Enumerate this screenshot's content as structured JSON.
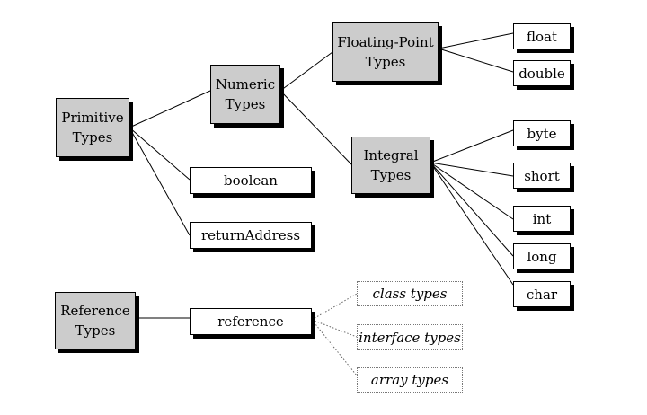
{
  "nodes": {
    "primitive": [
      "Primitive",
      "Types"
    ],
    "numeric": [
      "Numeric",
      "Types"
    ],
    "floating": [
      "Floating-Point",
      "Types"
    ],
    "integral": [
      "Integral",
      "Types"
    ],
    "reference_types": [
      "Reference",
      "Types"
    ],
    "float": "float",
    "double": "double",
    "byte": "byte",
    "short": "short",
    "int": "int",
    "long": "long",
    "char": "char",
    "boolean": "boolean",
    "returnAddress": "returnAddress",
    "reference": "reference",
    "class_types": "class types",
    "interface_types": "interface types",
    "array_types": "array types"
  },
  "colors": {
    "category_fill": "#cccccc",
    "leaf_fill": "#ffffff",
    "shadow": "#000000",
    "dotted_border": "#777777"
  },
  "edges": [
    [
      "primitive",
      "numeric"
    ],
    [
      "primitive",
      "boolean"
    ],
    [
      "primitive",
      "returnAddress"
    ],
    [
      "numeric",
      "floating"
    ],
    [
      "numeric",
      "integral"
    ],
    [
      "floating",
      "float"
    ],
    [
      "floating",
      "double"
    ],
    [
      "integral",
      "byte"
    ],
    [
      "integral",
      "short"
    ],
    [
      "integral",
      "int"
    ],
    [
      "integral",
      "long"
    ],
    [
      "integral",
      "char"
    ],
    [
      "reference_types",
      "reference"
    ]
  ],
  "dotted_edges": [
    [
      "reference",
      "class_types"
    ],
    [
      "reference",
      "interface_types"
    ],
    [
      "reference",
      "array_types"
    ]
  ]
}
